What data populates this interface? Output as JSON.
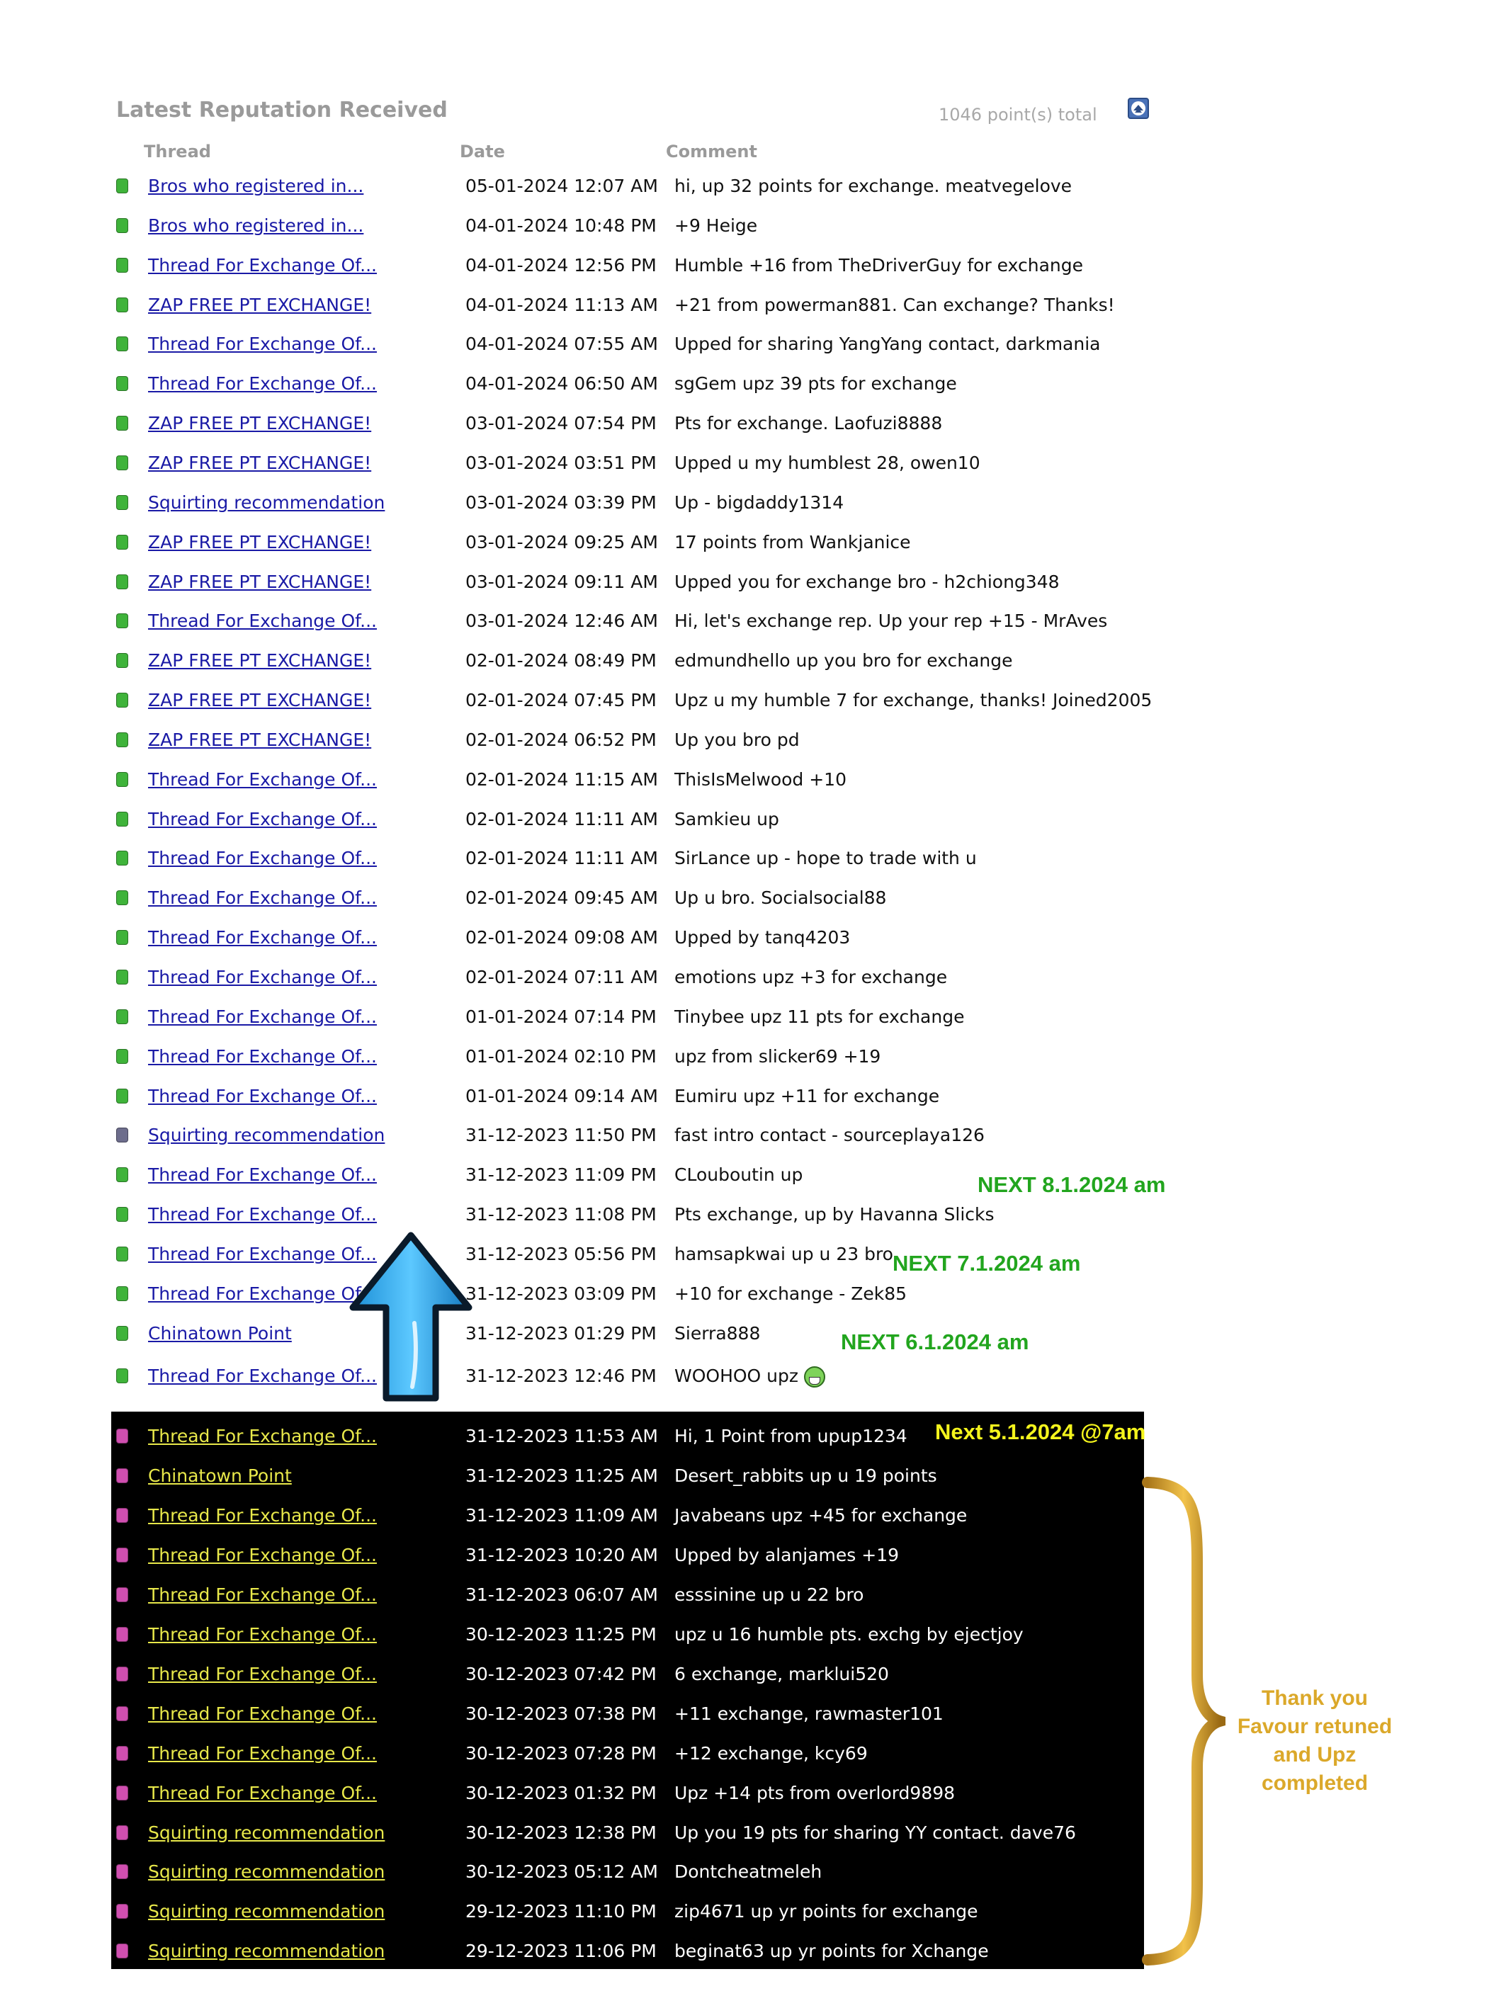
{
  "header": {
    "title": "Latest Reputation Received",
    "total": "1046 point(s) total",
    "columns": {
      "thread": "Thread",
      "date": "Date",
      "comment": "Comment"
    }
  },
  "colors": {
    "green_bullet": "#3fb33a",
    "gray_bullet": "#6d6d8c",
    "pink_bullet": "#d04fb0",
    "link": "#1a1aa6",
    "dark_link": "#e8e84a"
  },
  "rows": [
    {
      "thread": "Bros who registered in...",
      "date": "05-01-2024 12:07 AM",
      "comment": "hi, up 32 points for exchange. meatvegelove",
      "bullet": "green"
    },
    {
      "thread": "Bros who registered in...",
      "date": "04-01-2024 10:48 PM",
      "comment": "+9 Heige",
      "bullet": "green"
    },
    {
      "thread": "Thread For Exchange Of...",
      "date": "04-01-2024 12:56 PM",
      "comment": "Humble +16 from TheDriverGuy for exchange",
      "bullet": "green"
    },
    {
      "thread": "ZAP FREE PT EXCHANGE!",
      "date": "04-01-2024 11:13 AM",
      "comment": "+21 from powerman881. Can exchange? Thanks!",
      "bullet": "green"
    },
    {
      "thread": "Thread For Exchange Of...",
      "date": "04-01-2024 07:55 AM",
      "comment": "Upped for sharing YangYang contact, darkmania",
      "bullet": "green"
    },
    {
      "thread": "Thread For Exchange Of...",
      "date": "04-01-2024 06:50 AM",
      "comment": "sgGem upz 39 pts for exchange",
      "bullet": "green"
    },
    {
      "thread": "ZAP FREE PT EXCHANGE!",
      "date": "03-01-2024 07:54 PM",
      "comment": "Pts for exchange. Laofuzi8888",
      "bullet": "green"
    },
    {
      "thread": "ZAP FREE PT EXCHANGE!",
      "date": "03-01-2024 03:51 PM",
      "comment": "Upped u my humblest 28, owen10",
      "bullet": "green"
    },
    {
      "thread": "Squirting recommendation",
      "date": "03-01-2024 03:39 PM",
      "comment": "Up - bigdaddy1314",
      "bullet": "green"
    },
    {
      "thread": "ZAP FREE PT EXCHANGE!",
      "date": "03-01-2024 09:25 AM",
      "comment": "17 points from Wankjanice",
      "bullet": "green"
    },
    {
      "thread": "ZAP FREE PT EXCHANGE!",
      "date": "03-01-2024 09:11 AM",
      "comment": "Upped you for exchange bro - h2chiong348",
      "bullet": "green"
    },
    {
      "thread": "Thread For Exchange Of...",
      "date": "03-01-2024 12:46 AM",
      "comment": "Hi, let's exchange rep. Up your rep +15 - MrAves",
      "bullet": "green"
    },
    {
      "thread": "ZAP FREE PT EXCHANGE!",
      "date": "02-01-2024 08:49 PM",
      "comment": "edmundhello up you bro for exchange",
      "bullet": "green"
    },
    {
      "thread": "ZAP FREE PT EXCHANGE!",
      "date": "02-01-2024 07:45 PM",
      "comment": "Upz u my humble 7 for exchange, thanks! Joined2005",
      "bullet": "green"
    },
    {
      "thread": "ZAP FREE PT EXCHANGE!",
      "date": "02-01-2024 06:52 PM",
      "comment": "Up you bro pd",
      "bullet": "green"
    },
    {
      "thread": "Thread For Exchange Of...",
      "date": "02-01-2024 11:15 AM",
      "comment": "ThisIsMelwood +10",
      "bullet": "green"
    },
    {
      "thread": "Thread For Exchange Of...",
      "date": "02-01-2024 11:11 AM",
      "comment": "Samkieu up",
      "bullet": "green"
    },
    {
      "thread": "Thread For Exchange Of...",
      "date": "02-01-2024 11:11 AM",
      "comment": "SirLance up - hope to trade with u",
      "bullet": "green"
    },
    {
      "thread": "Thread For Exchange Of...",
      "date": "02-01-2024 09:45 AM",
      "comment": "Up u bro. Socialsocial88",
      "bullet": "green"
    },
    {
      "thread": "Thread For Exchange Of...",
      "date": "02-01-2024 09:08 AM",
      "comment": "Upped by tanq4203",
      "bullet": "green"
    },
    {
      "thread": "Thread For Exchange Of...",
      "date": "02-01-2024 07:11 AM",
      "comment": "emotions upz +3 for exchange",
      "bullet": "green"
    },
    {
      "thread": "Thread For Exchange Of...",
      "date": "01-01-2024 07:14 PM",
      "comment": "Tinybee upz 11 pts for exchange",
      "bullet": "green"
    },
    {
      "thread": "Thread For Exchange Of...",
      "date": "01-01-2024 02:10 PM",
      "comment": "upz from slicker69 +19",
      "bullet": "green"
    },
    {
      "thread": "Thread For Exchange Of...",
      "date": "01-01-2024 09:14 AM",
      "comment": "Eumiru upz +11 for exchange",
      "bullet": "green"
    },
    {
      "thread": "Squirting recommendation",
      "date": "31-12-2023 11:50 PM",
      "comment": "fast intro contact - sourceplaya126",
      "bullet": "gray"
    },
    {
      "thread": "Thread For Exchange Of...",
      "date": "31-12-2023 11:09 PM",
      "comment": "CLouboutin up",
      "bullet": "green"
    },
    {
      "thread": "Thread For Exchange Of...",
      "date": "31-12-2023 11:08 PM",
      "comment": "Pts exchange, up by Havanna Slicks",
      "bullet": "green"
    },
    {
      "thread": "Thread For Exchange Of...",
      "date": "31-12-2023 05:56 PM",
      "comment": "hamsapkwai up u 23 bro",
      "bullet": "green"
    },
    {
      "thread": "Thread For Exchange Of...",
      "date": "31-12-2023 03:09 PM",
      "comment": "+10 for exchange - Zek85",
      "bullet": "green"
    },
    {
      "thread": "Chinatown Point",
      "date": "31-12-2023 01:29 PM",
      "comment": "Sierra888",
      "bullet": "green"
    },
    {
      "thread": "Thread For Exchange Of...",
      "date": "31-12-2023 12:46 PM",
      "comment": "WOOHOO upz",
      "bullet": "green",
      "emoji": "grin-icon"
    },
    {
      "thread": "Thread For Exchange Of...",
      "date": "31-12-2023 11:53 AM",
      "comment": "Hi, 1 Point from upup1234",
      "bullet": "pink",
      "dark": true
    },
    {
      "thread": "Chinatown Point",
      "date": "31-12-2023 11:25 AM",
      "comment": "Desert_rabbits up u 19 points",
      "bullet": "pink",
      "dark": true
    },
    {
      "thread": "Thread For Exchange Of...",
      "date": "31-12-2023 11:09 AM",
      "comment": "Javabeans upz +45 for exchange",
      "bullet": "pink",
      "dark": true
    },
    {
      "thread": "Thread For Exchange Of...",
      "date": "31-12-2023 10:20 AM",
      "comment": "Upped by alanjames +19",
      "bullet": "pink",
      "dark": true
    },
    {
      "thread": "Thread For Exchange Of...",
      "date": "31-12-2023 06:07 AM",
      "comment": "esssinine up u 22 bro",
      "bullet": "pink",
      "dark": true
    },
    {
      "thread": "Thread For Exchange Of...",
      "date": "30-12-2023 11:25 PM",
      "comment": "upz u 16 humble pts. exchg by ejectjoy",
      "bullet": "pink",
      "dark": true
    },
    {
      "thread": "Thread For Exchange Of...",
      "date": "30-12-2023 07:42 PM",
      "comment": "6 exchange, marklui520",
      "bullet": "pink",
      "dark": true
    },
    {
      "thread": "Thread For Exchange Of...",
      "date": "30-12-2023 07:38 PM",
      "comment": "+11 exchange, rawmaster101",
      "bullet": "pink",
      "dark": true
    },
    {
      "thread": "Thread For Exchange Of...",
      "date": "30-12-2023 07:28 PM",
      "comment": "+12 exchange, kcy69",
      "bullet": "pink",
      "dark": true
    },
    {
      "thread": "Thread For Exchange Of...",
      "date": "30-12-2023 01:32 PM",
      "comment": "Upz +14 pts from overlord9898",
      "bullet": "pink",
      "dark": true
    },
    {
      "thread": "Squirting recommendation",
      "date": "30-12-2023 12:38 PM",
      "comment": "Up you 19 pts for sharing YY contact. dave76",
      "bullet": "pink",
      "dark": true
    },
    {
      "thread": "Squirting recommendation",
      "date": "30-12-2023 05:12 AM",
      "comment": "Dontcheatmeleh",
      "bullet": "pink",
      "dark": true
    },
    {
      "thread": "Squirting recommendation",
      "date": "29-12-2023 11:10 PM",
      "comment": "zip4671 up yr points for exchange",
      "bullet": "pink",
      "dark": true
    },
    {
      "thread": "Squirting recommendation",
      "date": "29-12-2023 11:06 PM",
      "comment": "beginat63 up yr points for Xchange",
      "bullet": "pink",
      "dark": true
    }
  ],
  "annotations": {
    "next1": "NEXT 8.1.2024 am",
    "next2": "NEXT 7.1.2024 am",
    "next3": "NEXT 6.1.2024 am",
    "next4": "Next 5.1.2024 @7am",
    "thanks": [
      "Thank you",
      "Favour retuned",
      "and Upz completed"
    ]
  }
}
